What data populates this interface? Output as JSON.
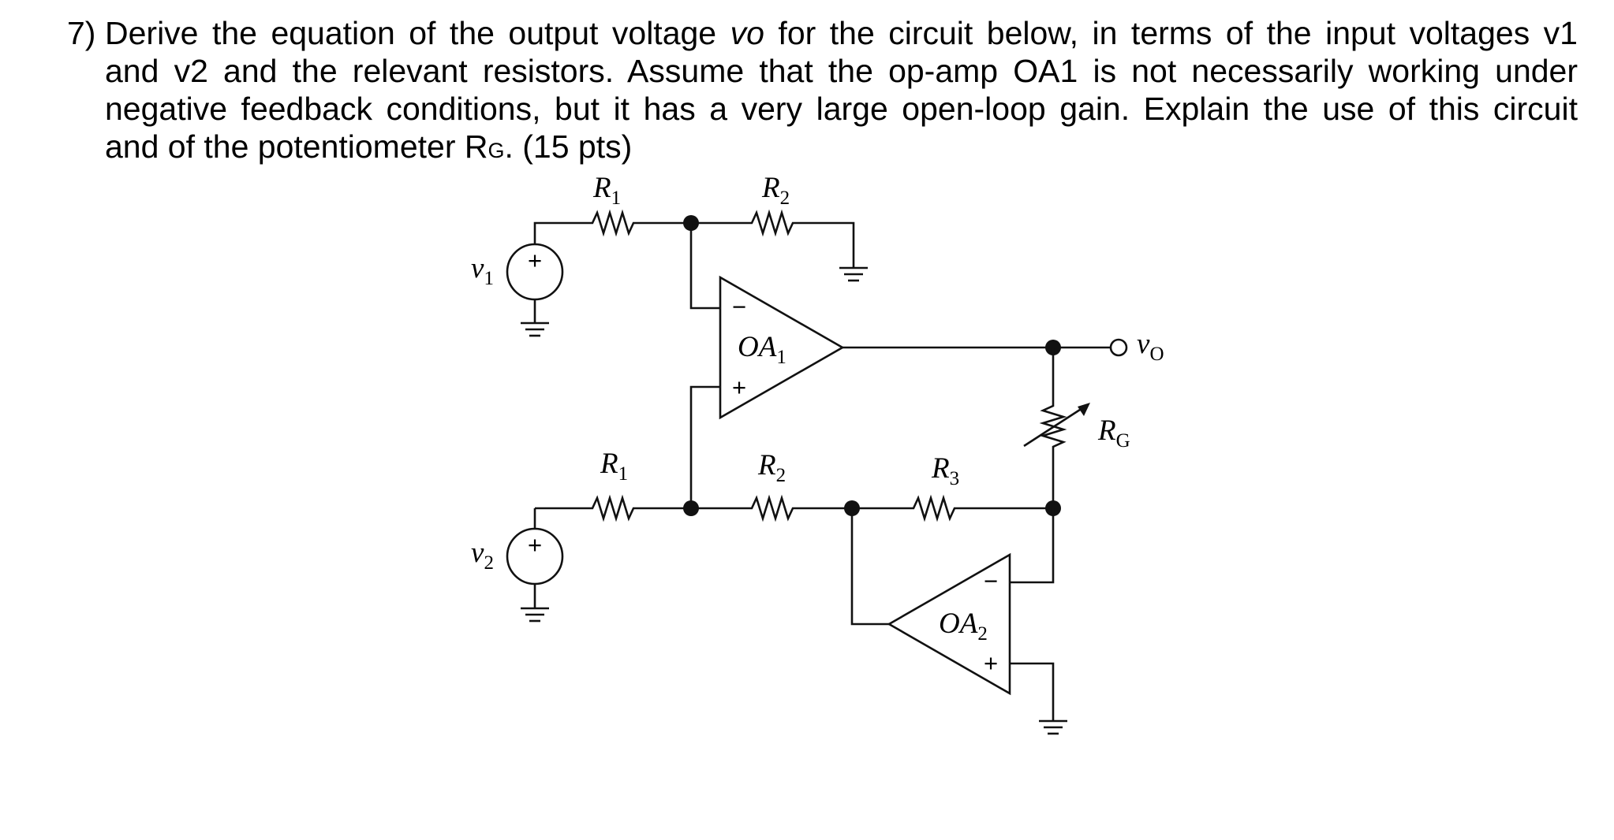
{
  "question": {
    "number": "7)",
    "line1": "Derive the equation of the output voltage",
    "vo_italic": "vo",
    "line1_end": "for the circuit below, in terms of the input voltages v1",
    "line2": "and v2 and the relevant resistors. Assume that the op-amp OA1 is not necessarily working under",
    "line3": "negative feedback conditions, but it has a very large open-loop gain. Explain the use of this circuit",
    "line4_pre": "and of the potentiometer R",
    "line4_sub": "G",
    "line4_post": ". (15 pts)"
  },
  "circuit": {
    "source_v1": {
      "name": "v",
      "sub": "1",
      "polarity": "+"
    },
    "source_v2": {
      "name": "v",
      "sub": "2",
      "polarity": "+"
    },
    "r1_top": {
      "name": "R",
      "sub": "1"
    },
    "r2_top": {
      "name": "R",
      "sub": "2"
    },
    "r1_bottom": {
      "name": "R",
      "sub": "1"
    },
    "r2_bottom": {
      "name": "R",
      "sub": "2"
    },
    "r3": {
      "name": "R",
      "sub": "3"
    },
    "rg": {
      "name": "R",
      "sub": "G"
    },
    "oa1": {
      "name": "OA",
      "sub": "1",
      "inv": "−",
      "noninv": "+"
    },
    "oa2": {
      "name": "OA",
      "sub": "2",
      "inv": "−",
      "noninv": "+"
    },
    "output": {
      "name": "v",
      "sub": "O"
    }
  }
}
